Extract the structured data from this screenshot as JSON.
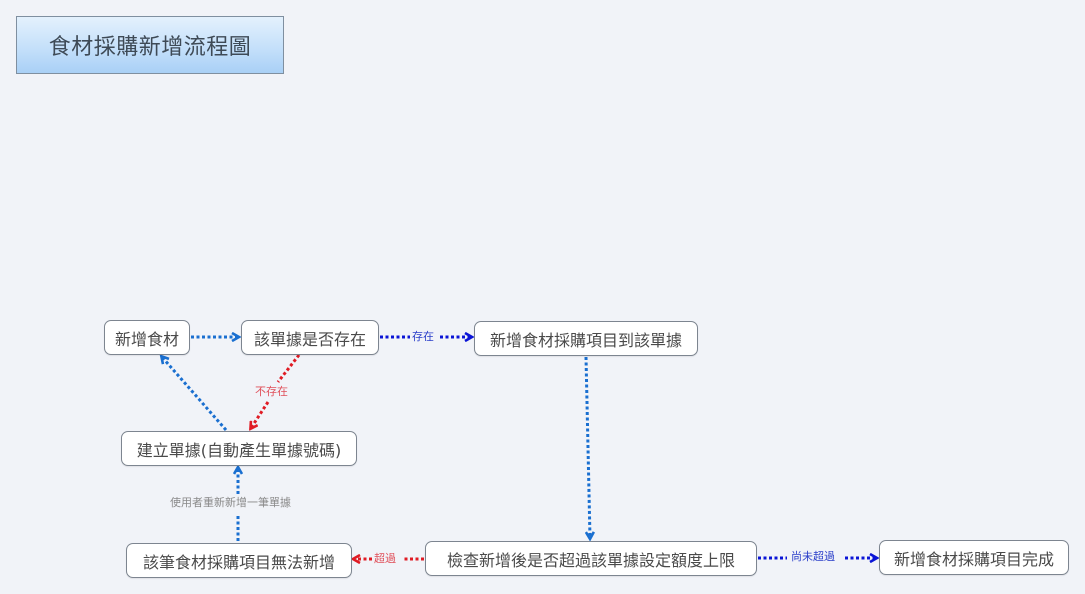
{
  "diagram": {
    "title": "食材採購新增流程圖",
    "colors": {
      "background": "#f1f3f8",
      "flow_blue": "#1a6fd0",
      "flow_navy": "#0a14d6",
      "flow_red": "#e01b24",
      "node_border": "#7d8590"
    },
    "nodes": [
      {
        "id": "add_ingredient",
        "label": "新增食材"
      },
      {
        "id": "check_order_exists",
        "label": "該單據是否存在"
      },
      {
        "id": "add_item_to_order",
        "label": "新增食材採購項目到該單據"
      },
      {
        "id": "create_order",
        "label": "建立單據(自動產生單據號碼)"
      },
      {
        "id": "item_cannot_add",
        "label": "該筆食材採購項目無法新增"
      },
      {
        "id": "check_limit",
        "label": "檢查新增後是否超過該單據設定額度上限"
      },
      {
        "id": "add_complete",
        "label": "新增食材採購項目完成"
      }
    ],
    "edges": [
      {
        "from": "add_ingredient",
        "to": "check_order_exists",
        "label": ""
      },
      {
        "from": "check_order_exists",
        "to": "add_item_to_order",
        "label": "存在"
      },
      {
        "from": "check_order_exists",
        "to": "create_order",
        "label": "不存在"
      },
      {
        "from": "create_order",
        "to": "add_ingredient",
        "label": ""
      },
      {
        "from": "add_item_to_order",
        "to": "check_limit",
        "label": ""
      },
      {
        "from": "check_limit",
        "to": "item_cannot_add",
        "label": "超過"
      },
      {
        "from": "check_limit",
        "to": "add_complete",
        "label": "尚未超過"
      },
      {
        "from": "item_cannot_add",
        "to": "create_order",
        "label": "使用者重新新增一筆單據"
      }
    ]
  }
}
